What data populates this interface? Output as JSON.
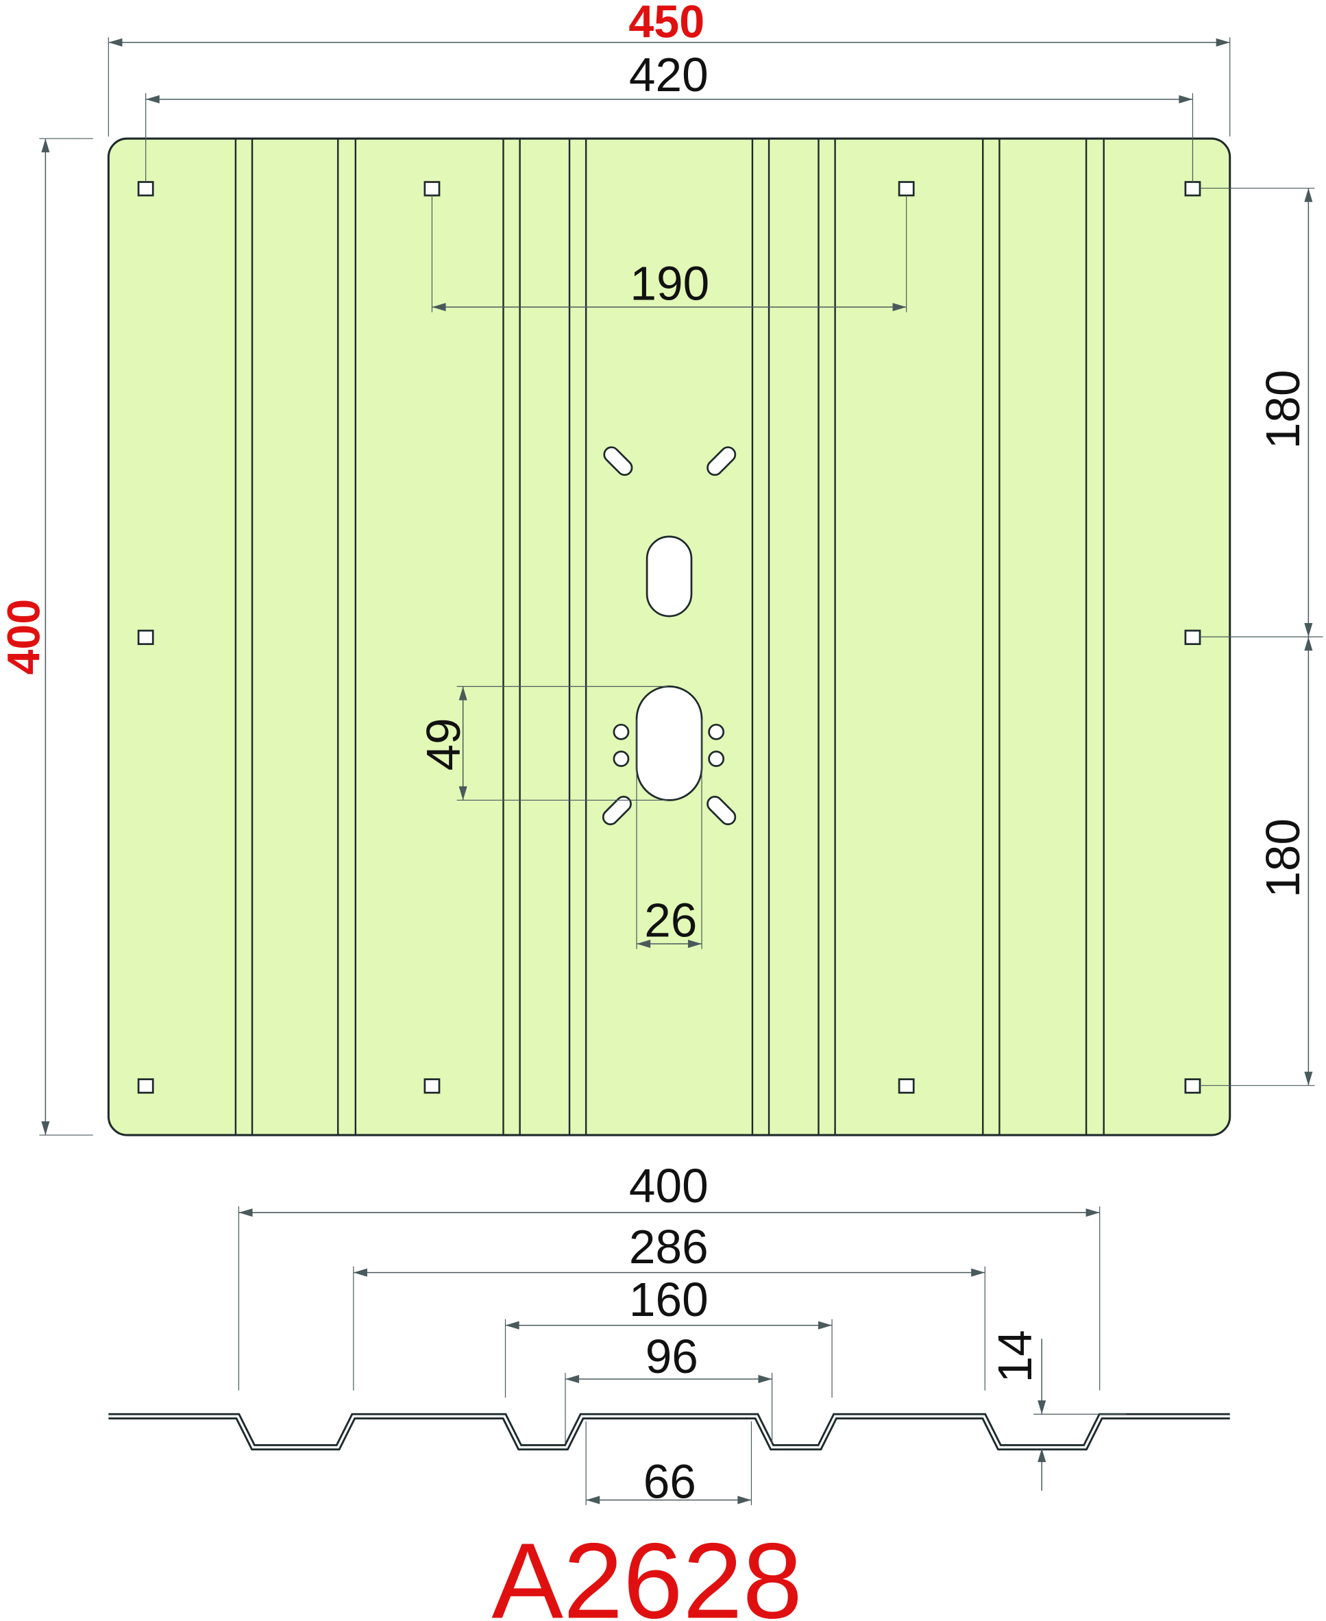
{
  "drawing": {
    "part_number": "A2628",
    "overall_width": "450",
    "overall_height": "400",
    "hole_span_width": "420",
    "inner_hole_span": "190",
    "hole_spacing_upper": "180",
    "hole_spacing_lower": "180",
    "slot_length": "49",
    "slot_width": "26",
    "profile": {
      "width": "400",
      "span_286": "286",
      "span_160": "160",
      "span_96": "96",
      "flat_66": "66",
      "depth": "14"
    },
    "colors": {
      "plate_fill": "#e2f8b6",
      "accent_red": "#e01010"
    }
  }
}
